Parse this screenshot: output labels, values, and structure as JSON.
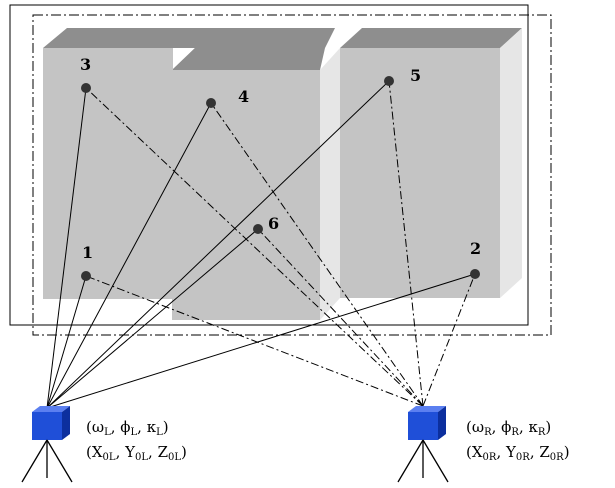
{
  "colors": {
    "background": "#ffffff",
    "block_face": "#c4c4c4",
    "block_top": "#8e8e8e",
    "block_side": "#e6e6e6",
    "camera_body": "#1f4fd8",
    "camera_lens": "#0c2f9e",
    "line": "#000000"
  },
  "points": [
    {
      "id": "pt1",
      "label": "1"
    },
    {
      "id": "pt2",
      "label": "2"
    },
    {
      "id": "pt3",
      "label": "3"
    },
    {
      "id": "pt4",
      "label": "4"
    },
    {
      "id": "pt5",
      "label": "5"
    },
    {
      "id": "pt6",
      "label": "6"
    }
  ],
  "cameras": {
    "left": {
      "icon": "camera-icon",
      "rotation_label": {
        "open": "(",
        "omega": "ω",
        "omega_sub": "L",
        "sep1": ",  ",
        "phi": "ϕ",
        "phi_sub": "L",
        "sep2": ",  ",
        "kappa": "κ",
        "kappa_sub": "L",
        "close": ")"
      },
      "position_label": {
        "open": "(",
        "x": "X",
        "x_sub": "0L",
        "sep1": ", ",
        "y": "Y",
        "y_sub": "0L",
        "sep2": ", ",
        "z": "Z",
        "z_sub": "0L",
        "close": ")"
      }
    },
    "right": {
      "icon": "camera-icon",
      "rotation_label": {
        "open": "(",
        "omega": "ω",
        "omega_sub": "R",
        "sep1": ",  ",
        "phi": "ϕ",
        "phi_sub": "R",
        "sep2": ",  ",
        "kappa": "κ",
        "kappa_sub": "R",
        "close": ")"
      },
      "position_label": {
        "open": "(",
        "x": "X",
        "x_sub": "0R",
        "sep1": ", ",
        "y": "Y",
        "y_sub": "0R",
        "sep2": ", ",
        "z": "Z",
        "z_sub": "0R",
        "close": ")"
      }
    }
  }
}
